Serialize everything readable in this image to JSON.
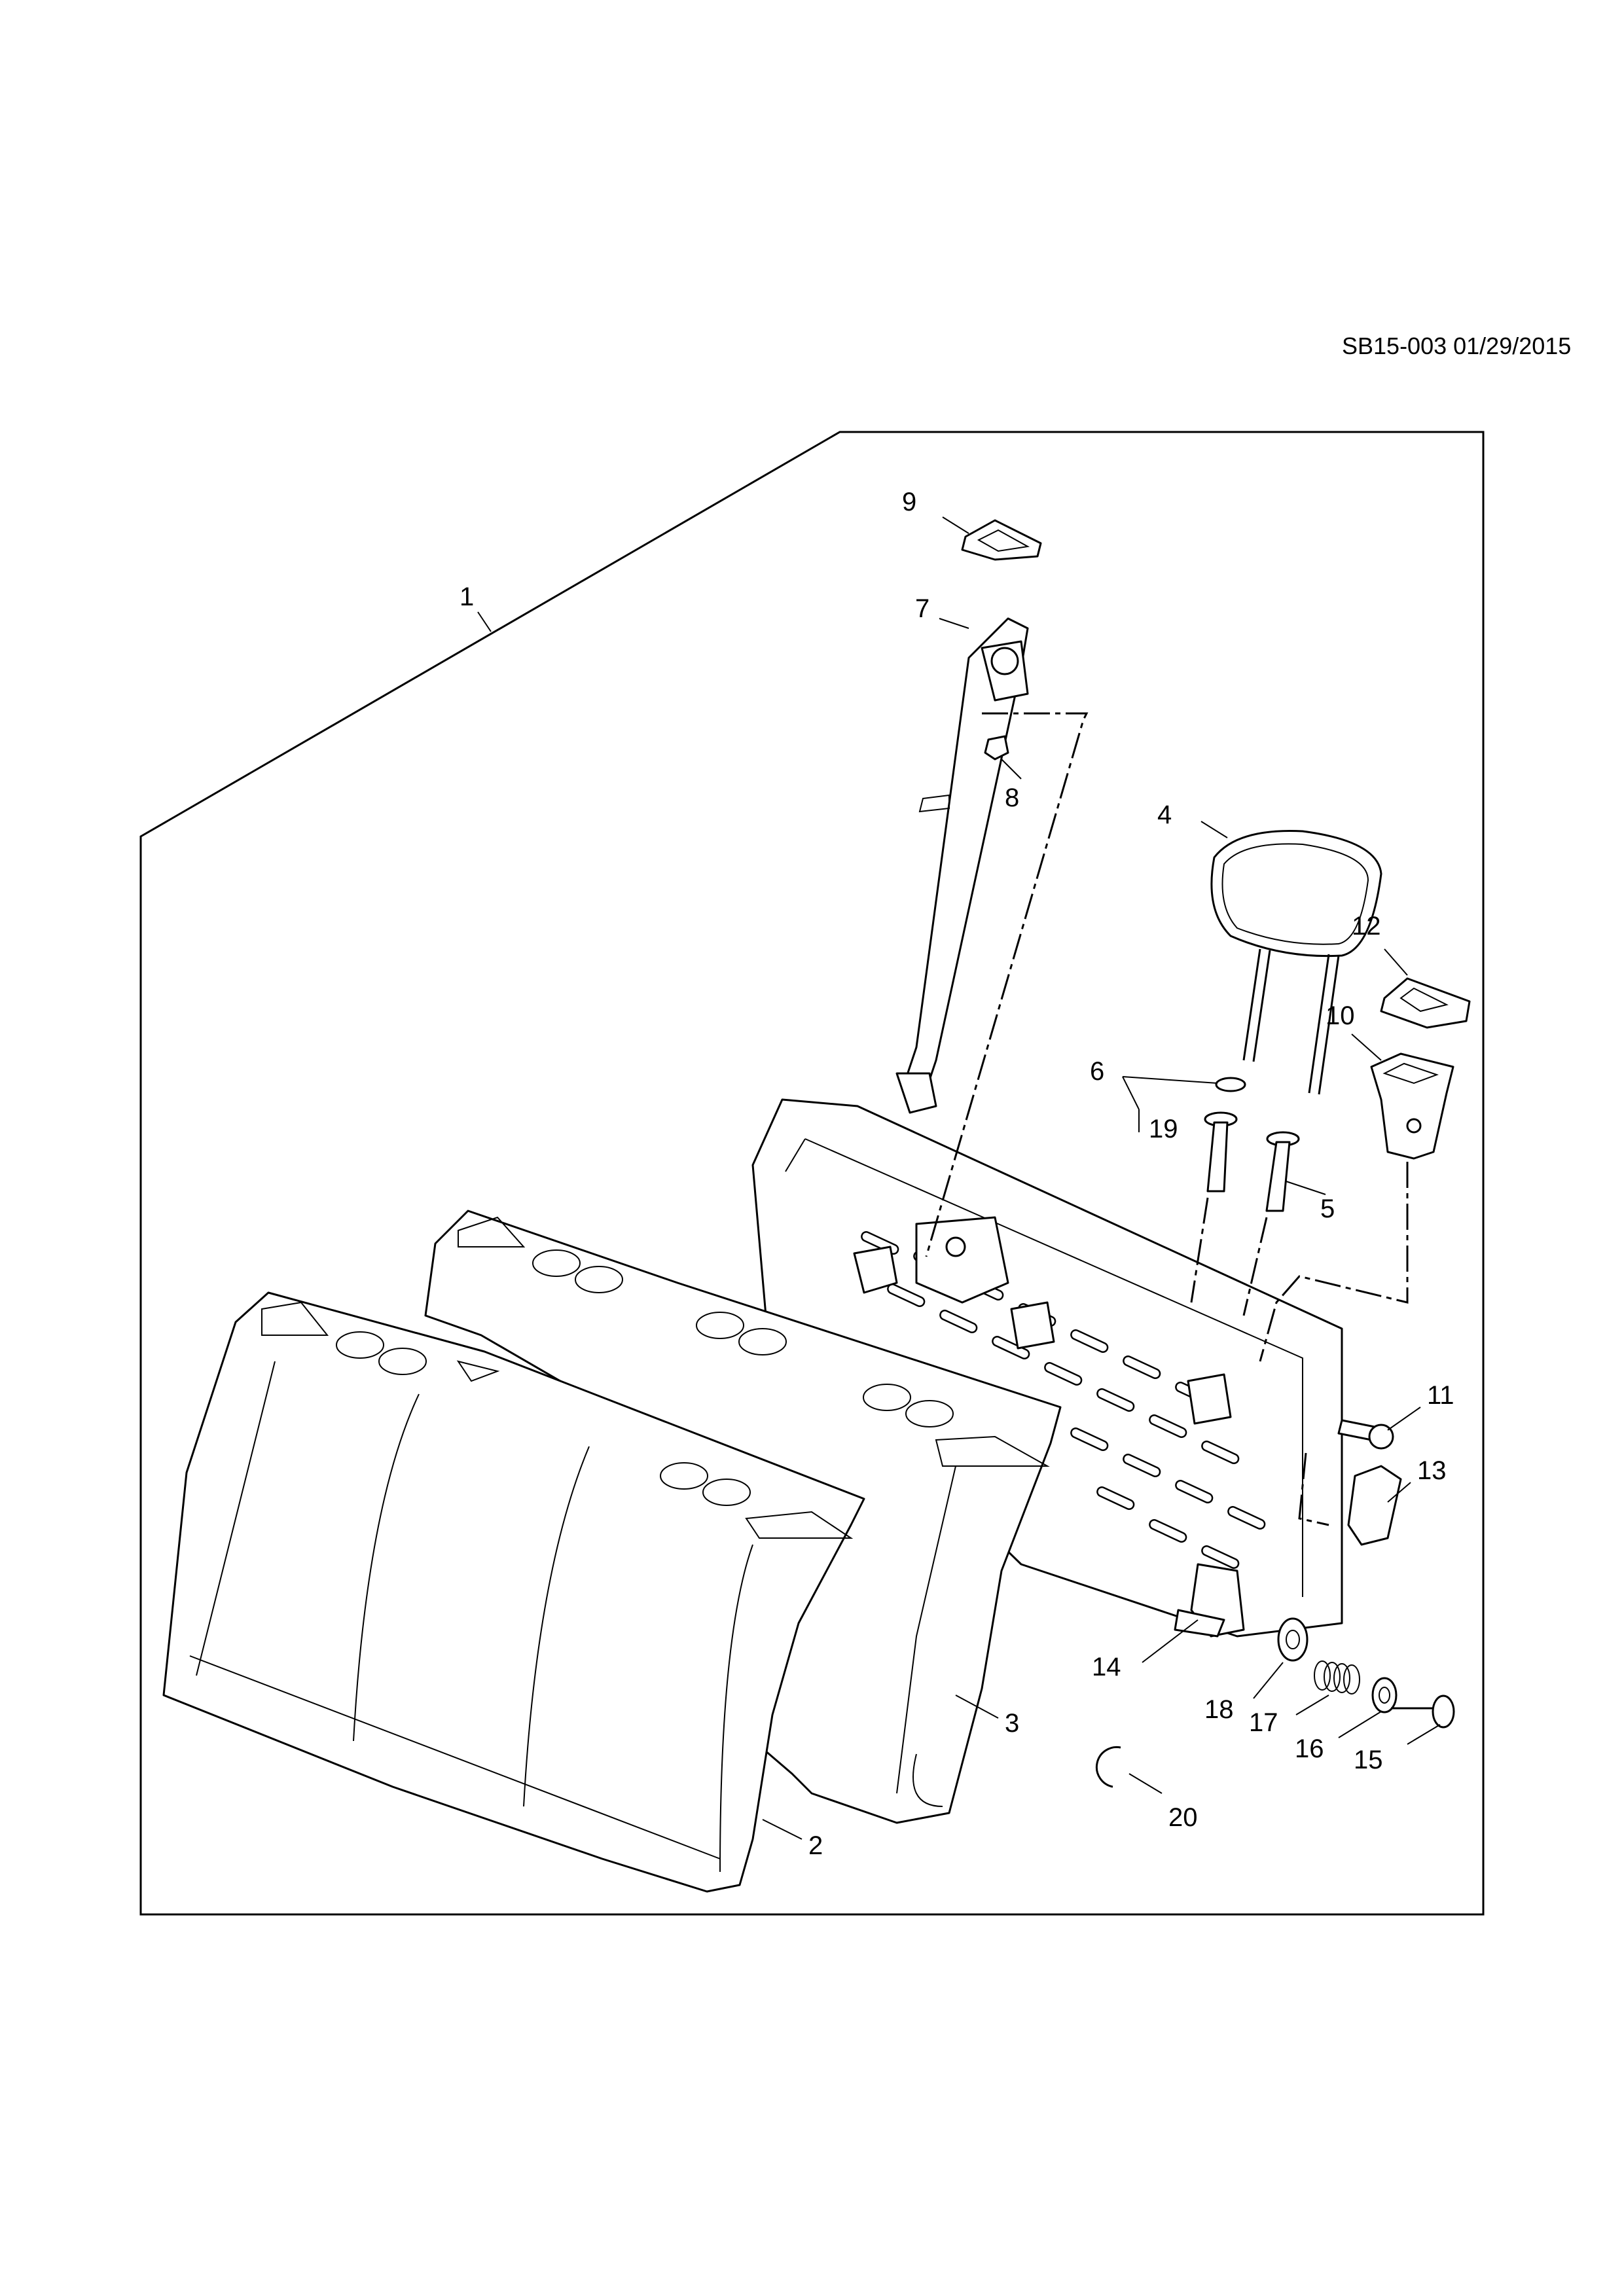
{
  "document": {
    "code": "SB15-003 01/29/2015"
  },
  "callouts": [
    {
      "id": "c1",
      "label": "1"
    },
    {
      "id": "c2",
      "label": "2"
    },
    {
      "id": "c3",
      "label": "3"
    },
    {
      "id": "c4",
      "label": "4"
    },
    {
      "id": "c5",
      "label": "5"
    },
    {
      "id": "c6",
      "label": "6"
    },
    {
      "id": "c7",
      "label": "7"
    },
    {
      "id": "c8",
      "label": "8"
    },
    {
      "id": "c9",
      "label": "9"
    },
    {
      "id": "c10",
      "label": "10"
    },
    {
      "id": "c11",
      "label": "11"
    },
    {
      "id": "c12",
      "label": "12"
    },
    {
      "id": "c13",
      "label": "13"
    },
    {
      "id": "c14",
      "label": "14"
    },
    {
      "id": "c15",
      "label": "15"
    },
    {
      "id": "c16",
      "label": "16"
    },
    {
      "id": "c17",
      "label": "17"
    },
    {
      "id": "c18",
      "label": "18"
    },
    {
      "id": "c19",
      "label": "19"
    },
    {
      "id": "c20",
      "label": "20"
    }
  ]
}
